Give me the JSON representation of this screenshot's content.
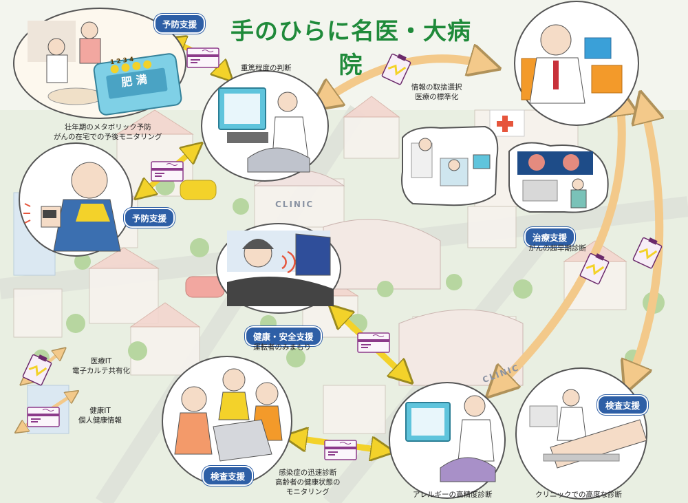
{
  "title": "手のひらに名医・大病院",
  "badges": {
    "prevent_1": "予防支援",
    "prevent_2": "予防支援",
    "treatment": "治療支援",
    "health_safety": "健康・安全支援",
    "exam_right": "検査支援",
    "exam_left": "検査支援"
  },
  "captions": {
    "metabolic_1": "壮年期のメタボリック予防",
    "metabolic_2": "がんの在宅での予後モニタリング",
    "severity": "重篤程度の判断",
    "info_1": "情報の取捨選択",
    "info_2": "医療の標準化",
    "cancer_early": "がんの超早期診断",
    "driver": "運転者のみまもり",
    "medical_it_1": "医療IT",
    "medical_it_2": "電子カルテ共有化",
    "health_it_1": "健康IT",
    "health_it_2": "個人健康情報",
    "infection_1": "感染症の迅速診断",
    "infection_2": "高齢者の健康状態の",
    "infection_3": "モニタリング",
    "allergy": "アレルギーの高精度診断",
    "clinic_diag": "クリニックでの高度な診断"
  },
  "signs": {
    "clinic_1": "CLINIC",
    "clinic_2": "CLINIC",
    "meter": "肥 満",
    "meter_digits": "1 2 3 4"
  },
  "colors": {
    "title_green": "#1f8a3a",
    "badge_blue": "#2e5fa6",
    "arrow_yellow": "#f3d22a",
    "arrow_orange": "#f3c98a",
    "card_purple": "#8c3a8a"
  }
}
